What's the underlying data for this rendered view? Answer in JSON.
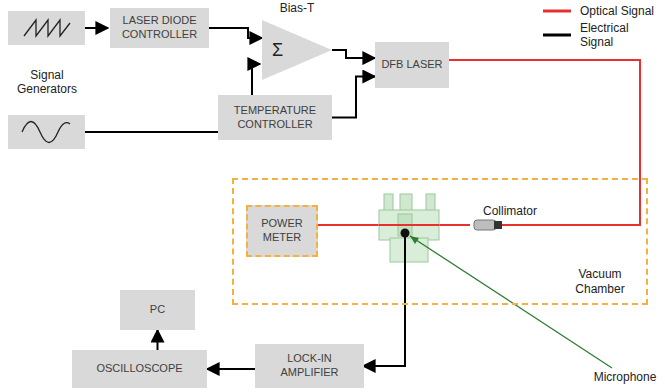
{
  "diagram": {
    "nodes": [
      {
        "text": [
          "LASER DIODE CONTROLLER"
        ]
      },
      {
        "text": [
          "Bias-T",
          "Σ"
        ]
      },
      {
        "text": [
          "TEMPERATURE CONTROLLER"
        ]
      },
      {
        "text": [
          "DFB LASER"
        ]
      },
      {
        "text": [
          "Vacuum Chamber"
        ]
      },
      {
        "text": [
          "POWER METER"
        ],
        "in": 4
      },
      {
        "text": [
          "PC"
        ]
      },
      {
        "text": [
          "OSCILLOSCOPE"
        ]
      },
      {
        "text": [
          "LOCK-IN AMPLIFIER"
        ]
      }
    ],
    "edges": [
      {
        "from": 0,
        "to": 1,
        "arrow": "to"
      },
      {
        "from": 1,
        "to": 3,
        "arrow": "to"
      },
      {
        "from": 2,
        "to": 3,
        "arrow": "to"
      },
      {
        "from": 8,
        "to": 7,
        "arrow": "to"
      },
      {
        "from": 7,
        "to": 6,
        "arrow": "to"
      }
    ],
    "labels": [
      "Signal Generators",
      "Collimator",
      "Microphone"
    ],
    "legend": [
      {
        "text": "Optical Signal"
      },
      {
        "text": "Electrical Signal"
      }
    ]
  }
}
